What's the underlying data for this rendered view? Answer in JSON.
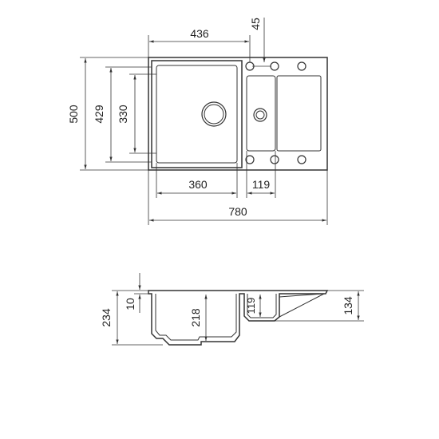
{
  "top_view": {
    "dimensions": {
      "top_width": "436",
      "top_offset": "45",
      "overall_height": "500",
      "bowl_outer_height": "429",
      "bowl_inner_height": "330",
      "bowl_width": "360",
      "small_bowl_width": "119",
      "overall_width": "780"
    }
  },
  "side_view": {
    "dimensions": {
      "total_depth": "234",
      "rim_thickness": "10",
      "bowl_depth": "218",
      "small_bowl_depth": "119",
      "drainer_depth": "134"
    }
  }
}
